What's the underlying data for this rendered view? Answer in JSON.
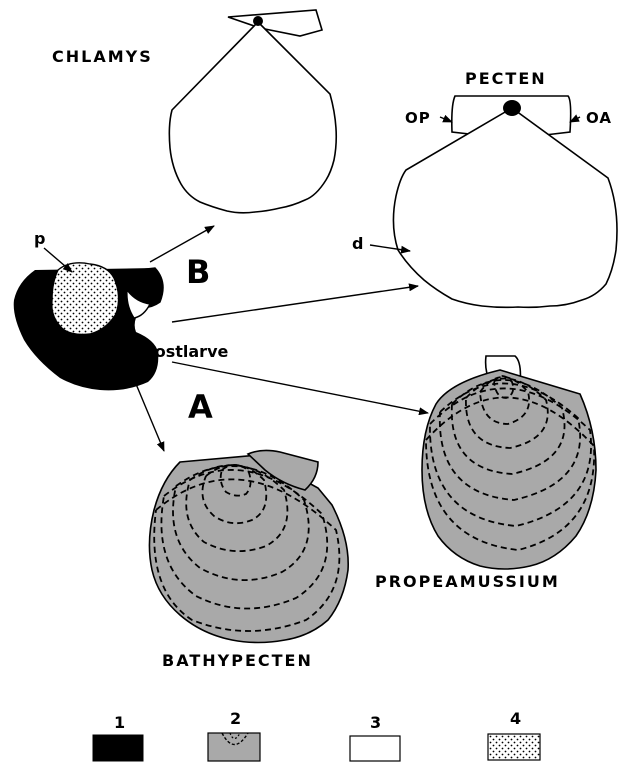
{
  "labels": {
    "chlamys": "CHLAMYS",
    "pecten": "PECTEN",
    "op": "OP",
    "oa": "OA",
    "p": "p",
    "d": "d",
    "b": "B",
    "a": "A",
    "postlarve": "Postlarve",
    "propeamussium": "PROPEAMUSSIUM",
    "bathypecten": "BATHYPECTEN"
  },
  "legend": [
    {
      "number": "1",
      "fill": "solid-black"
    },
    {
      "number": "2",
      "fill": "grey-with-dashed-growth-lines"
    },
    {
      "number": "3",
      "fill": "white"
    },
    {
      "number": "4",
      "fill": "dotted"
    }
  ],
  "colors": {
    "black": "#000000",
    "grey": "#a9a9a9",
    "white": "#ffffff"
  }
}
